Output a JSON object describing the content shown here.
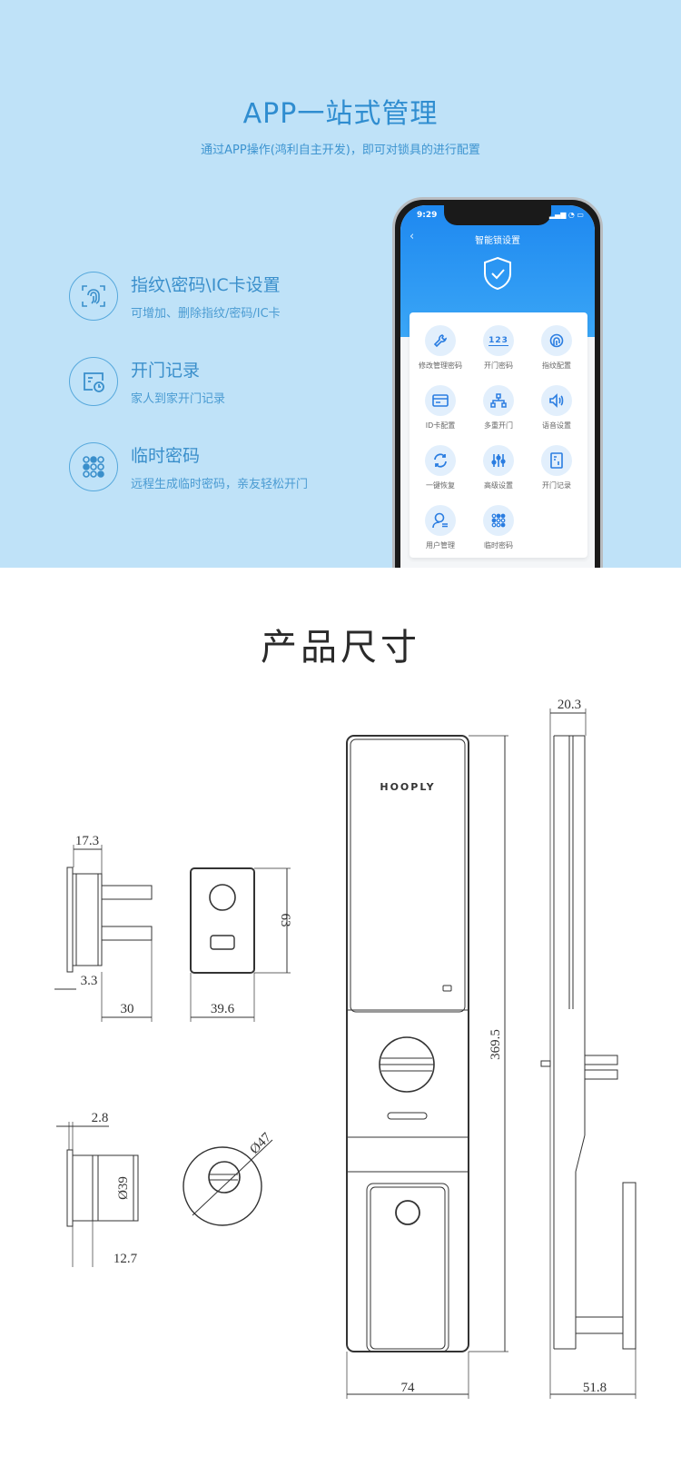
{
  "header": {
    "title": "APP一站式管理",
    "subtitle": "通过APP操作(鸿利自主开发)，即可对锁具的进行配置"
  },
  "features": [
    {
      "icon": "fingerprint-icon",
      "title": "指纹\\密码\\IC卡设置",
      "desc": "可增加、删除指纹/密码/IC卡"
    },
    {
      "icon": "door-record-icon",
      "title": "开门记录",
      "desc": "家人到家开门记录"
    },
    {
      "icon": "keypad-icon",
      "title": "临时密码",
      "desc": "远程生成临时密码，亲友轻松开门"
    }
  ],
  "phone": {
    "status_time": "9:29",
    "status_icons": "▂▄▆ ◔ ▭",
    "nav_title": "智能锁设置",
    "back": "‹",
    "grid": [
      {
        "icon": "wrench-icon",
        "glyph": "🔧",
        "label": "修改管理密码"
      },
      {
        "icon": "number-code-icon",
        "glyph": "123",
        "label": "开门密码"
      },
      {
        "icon": "fingerprint-icon",
        "glyph": "◎",
        "label": "指纹配置"
      },
      {
        "icon": "id-card-icon",
        "glyph": "▭",
        "label": "ID卡配置"
      },
      {
        "icon": "network-icon",
        "glyph": "⊹",
        "label": "多重开门"
      },
      {
        "icon": "speaker-icon",
        "glyph": "◁)",
        "label": "语音设置"
      },
      {
        "icon": "refresh-icon",
        "glyph": "⟳",
        "label": "一键恢复"
      },
      {
        "icon": "sliders-icon",
        "glyph": "⫶",
        "label": "高级设置"
      },
      {
        "icon": "record-icon",
        "glyph": "▯",
        "label": "开门记录"
      },
      {
        "icon": "user-manage-icon",
        "glyph": "♙",
        "label": "用户管理"
      },
      {
        "icon": "keypad-icon",
        "glyph": "⁙",
        "label": "临时密码"
      }
    ]
  },
  "dimensions_section": {
    "title": "产品尺寸",
    "brand": "HOOPLY",
    "labels": {
      "strike_depth": "17.3",
      "strike_plate": "3.3",
      "strike_width_30": "30",
      "strike_front_width": "39.6",
      "strike_front_height": "63",
      "cylinder_plate": "2.8",
      "cylinder_dia": "Ø39",
      "cylinder_depth": "12.7",
      "rosette_dia": "Ø47",
      "lock_height": "369.5",
      "lock_width": "74",
      "side_depth_top": "20.3",
      "side_depth_bottom": "51.8"
    }
  }
}
